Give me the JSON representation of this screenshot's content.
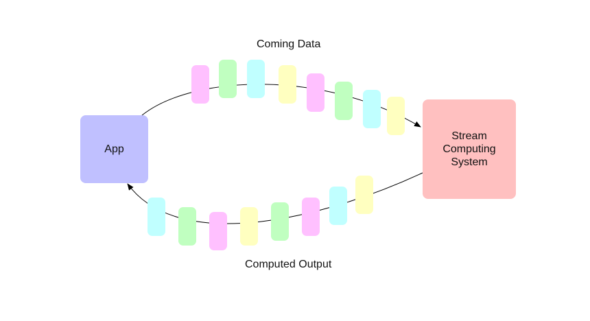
{
  "nodes": {
    "app": {
      "label": "App",
      "color": "#c0c0ff"
    },
    "stream_system": {
      "label": "Stream\nComputing\nSystem",
      "color": "#ffc0c0"
    }
  },
  "edges": {
    "input": {
      "label": "Coming Data"
    },
    "output": {
      "label": "Computed Output"
    }
  },
  "packet_colors": {
    "pink": "#ffc0ff",
    "green": "#c0ffc0",
    "cyan": "#c0ffff",
    "yellow": "#ffffc0"
  },
  "input_stream": [
    "pink",
    "green",
    "cyan",
    "yellow",
    "pink",
    "green",
    "cyan",
    "yellow"
  ],
  "output_stream": [
    "cyan",
    "green",
    "pink",
    "yellow",
    "green",
    "pink",
    "cyan",
    "yellow"
  ]
}
